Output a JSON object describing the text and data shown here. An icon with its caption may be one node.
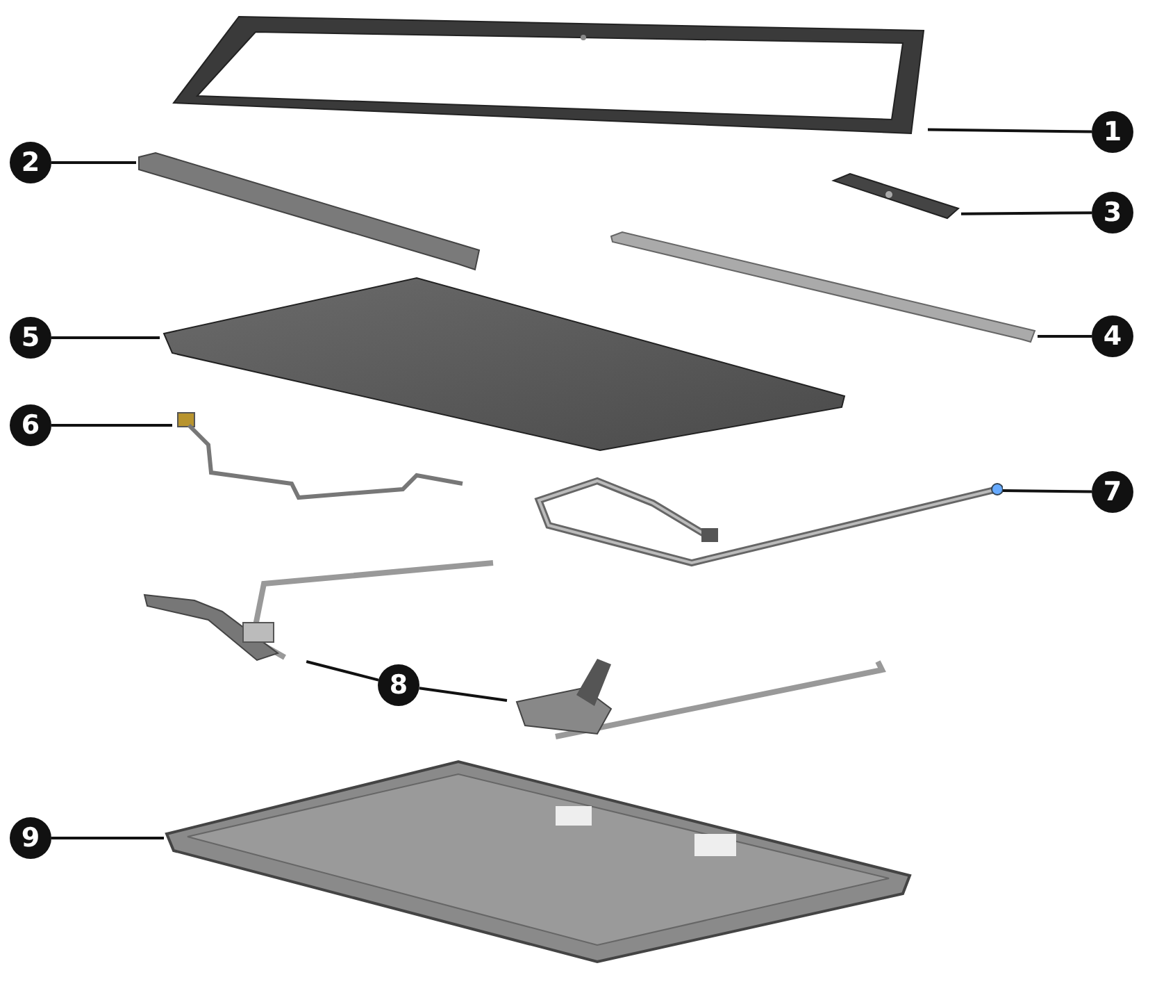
{
  "diagram": {
    "nodes": [
      {
        "text": [
          "1"
        ]
      },
      {
        "text": [],
        "shape": "picture"
      },
      {
        "text": [
          "2"
        ]
      },
      {
        "text": [],
        "shape": "picture"
      },
      {
        "text": [
          "3"
        ]
      },
      {
        "text": [],
        "shape": "picture"
      },
      {
        "text": [
          "4"
        ]
      },
      {
        "text": [],
        "shape": "picture"
      },
      {
        "text": [
          "5"
        ]
      },
      {
        "text": [],
        "shape": "picture"
      },
      {
        "text": [
          "6"
        ]
      },
      {
        "text": [],
        "shape": "picture"
      },
      {
        "text": [
          "7"
        ]
      },
      {
        "text": [],
        "shape": "picture"
      },
      {
        "text": [
          "8"
        ]
      },
      {
        "text": [],
        "shape": "picture"
      },
      {
        "text": [],
        "shape": "picture"
      },
      {
        "text": [
          "9"
        ]
      },
      {
        "text": [],
        "shape": "picture"
      }
    ],
    "edges": [
      {
        "from": 0,
        "to": 1,
        "arrow": "none"
      },
      {
        "from": 2,
        "to": 3,
        "arrow": "none"
      },
      {
        "from": 4,
        "to": 5,
        "arrow": "none"
      },
      {
        "from": 6,
        "to": 7,
        "arrow": "none"
      },
      {
        "from": 8,
        "to": 9,
        "arrow": "none"
      },
      {
        "from": 10,
        "to": 11,
        "arrow": "none"
      },
      {
        "from": 12,
        "to": 13,
        "arrow": "none"
      },
      {
        "from": 14,
        "to": 15,
        "arrow": "none"
      },
      {
        "from": 14,
        "to": 16,
        "arrow": "none"
      },
      {
        "from": 17,
        "to": 18,
        "arrow": "none"
      }
    ]
  }
}
